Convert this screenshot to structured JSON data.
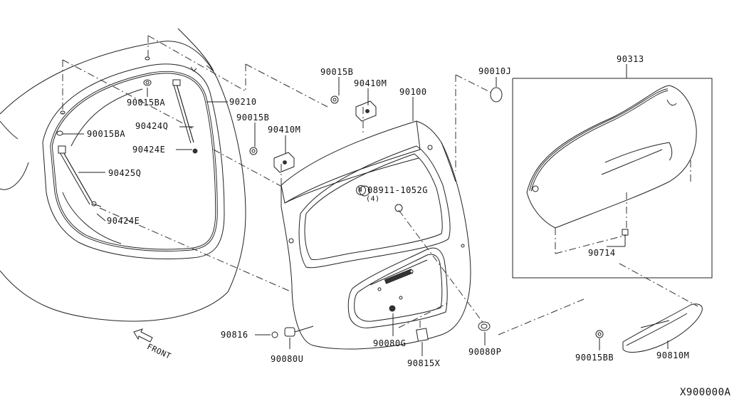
{
  "diagram": {
    "diagram_code": "X900000A",
    "direction_label": "FRONT",
    "part_labels": {
      "p90015BA_a": "90015BA",
      "p90015BA_b": "90015BA",
      "p90210": "90210",
      "p90424Q": "90424Q",
      "p90424E_a": "90424E",
      "p90425Q": "90425Q",
      "p90424E_b": "90424E",
      "p90015B_a": "90015B",
      "p90410M_a": "90410M",
      "p90015B_b": "90015B",
      "p90410M_b": "90410M",
      "p90100": "90100",
      "p08911": "08911-1052G",
      "p08911_qty": "(4)",
      "p90010J": "90010J",
      "p90313": "90313",
      "p90714": "90714",
      "p90816": "90816",
      "p90080U": "90080U",
      "p90080G": "90080G",
      "p90815X": "90815X",
      "p90080P": "90080P",
      "p90015BB": "90015BB",
      "p90810M": "90810M"
    },
    "n_symbol": "N"
  }
}
